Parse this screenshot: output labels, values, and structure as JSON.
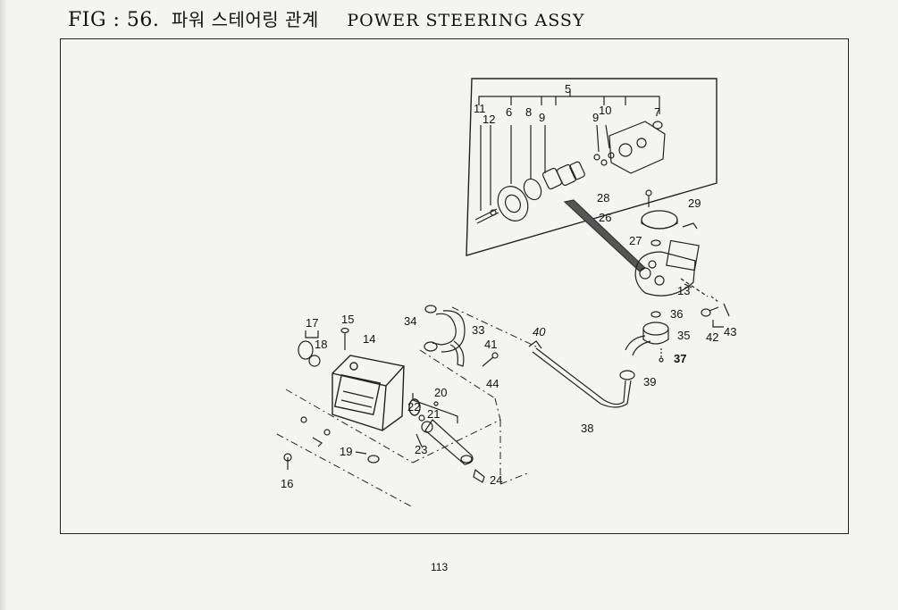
{
  "figure": {
    "number": "FIG : 56.",
    "title_korean": "파워 스테어링 관계",
    "title_english": "POWER STEERING ASSY"
  },
  "part_labels": [
    "5",
    "11",
    "12",
    "6",
    "8",
    "9",
    "9",
    "10",
    "7",
    "28",
    "29",
    "26",
    "27",
    "13",
    "36",
    "35",
    "37",
    "42",
    "43",
    "39",
    "40",
    "38",
    "34",
    "33",
    "41",
    "44",
    "17",
    "15",
    "18",
    "14",
    "20",
    "22",
    "21",
    "19",
    "23",
    "24",
    "16"
  ],
  "page_number": "113"
}
